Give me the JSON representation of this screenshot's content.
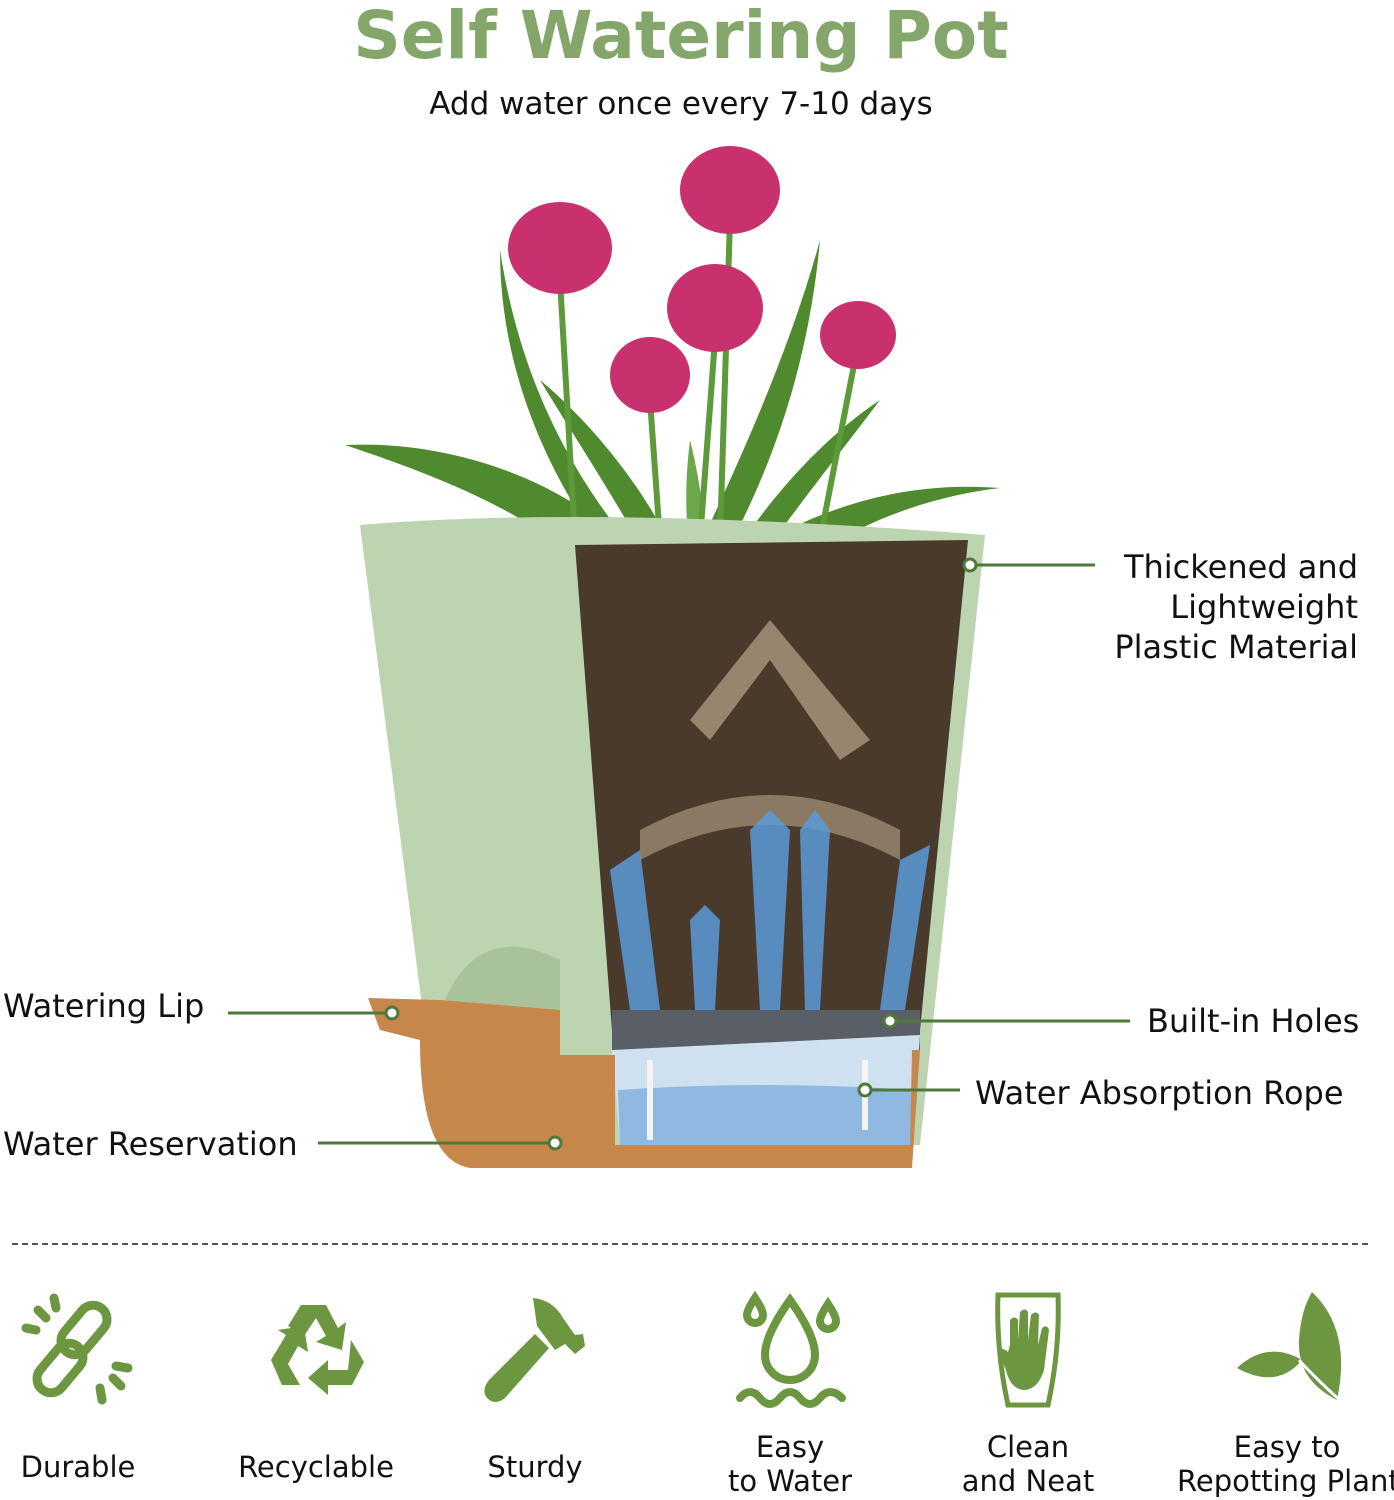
{
  "header": {
    "title": "Self Watering Pot",
    "subtitle": "Add water once every 7-10 days"
  },
  "colors": {
    "title_green": "#84a66a",
    "icon_green": "#6c963f",
    "pot_green": "#bcd4b0",
    "reservoir_orange": "#c8874a",
    "tulip_pink": "#c8306e"
  },
  "callouts": {
    "material": [
      "Thickened and",
      "Lightweight",
      "Plastic Material"
    ],
    "holes": "Built-in Holes",
    "rope": "Water Absorption Rope",
    "lip": "Watering Lip",
    "reservation": "Water Reservation"
  },
  "features": [
    {
      "icon": "broken-chain-icon",
      "lines": [
        "Durable"
      ]
    },
    {
      "icon": "recycle-icon",
      "lines": [
        "Recyclable"
      ]
    },
    {
      "icon": "hammer-icon",
      "lines": [
        "Sturdy"
      ]
    },
    {
      "icon": "water-drop-icon",
      "lines": [
        "Easy",
        "to Water"
      ]
    },
    {
      "icon": "hand-icon",
      "lines": [
        "Clean",
        "and Neat"
      ]
    },
    {
      "icon": "leaf-icon",
      "lines": [
        "Easy to",
        "Repotting Plant"
      ]
    }
  ]
}
